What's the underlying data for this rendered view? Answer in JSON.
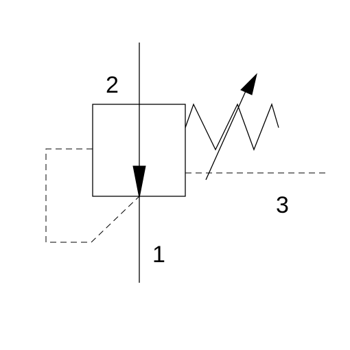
{
  "symbol": {
    "ports": {
      "port_2": "2",
      "port_1": "1",
      "port_3": "3"
    },
    "line_color": "#000000",
    "background_color": "#ffffff"
  }
}
